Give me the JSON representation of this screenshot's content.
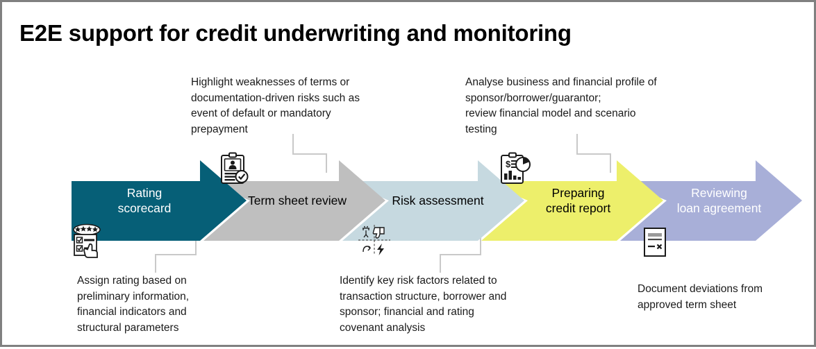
{
  "slide": {
    "title": "E2E support for credit underwriting and monitoring",
    "border_color": "#808080",
    "background": "#ffffff"
  },
  "process": {
    "type": "chevron-process",
    "steps": [
      {
        "id": "rating-scorecard",
        "label": "Rating\nscorecard",
        "color": "#065F77",
        "text_color": "#ffffff",
        "icon": "rating-checklist-hand-icon",
        "icon_position": "below",
        "callout": {
          "position": "below",
          "text": "Assign rating based on\npreliminary information,\nfinancial indicators and\nstructural parameters"
        }
      },
      {
        "id": "term-sheet-review",
        "label": "Term sheet review",
        "color": "#BFBFBF",
        "text_color": "#000000",
        "icon": "clipboard-person-check-icon",
        "icon_position": "above",
        "callout": {
          "position": "above",
          "text": "Highlight weaknesses of terms or\ndocumentation-driven risks such as\nevent of default or mandatory\nprepayment"
        }
      },
      {
        "id": "risk-assessment",
        "label": "Risk assessment",
        "color": "#C6D9E0",
        "text_color": "#000000",
        "icon": "risk-matrix-icon",
        "icon_position": "below",
        "callout": {
          "position": "below",
          "text": "Identify key risk factors related to\ntransaction structure, borrower and\nsponsor; financial and rating\ncovenant analysis"
        }
      },
      {
        "id": "preparing-credit-report",
        "label": "Preparing\ncredit report",
        "color": "#EDEF6B",
        "text_color": "#000000",
        "icon": "financial-report-chart-icon",
        "icon_position": "above",
        "callout": {
          "position": "above",
          "text": "Analyse business and financial profile of\nsponsor/borrower/guarantor;\nreview financial model and scenario\ntesting"
        }
      },
      {
        "id": "reviewing-loan-agreement",
        "label": "Reviewing\nloan agreement",
        "color": "#A8AFD8",
        "text_color": "#ffffff",
        "icon": "document-deviation-icon",
        "icon_position": "below",
        "callout": {
          "position": "below",
          "text": "Document deviations from\napproved term sheet"
        }
      }
    ],
    "connector_color": "#c9c9c9"
  }
}
